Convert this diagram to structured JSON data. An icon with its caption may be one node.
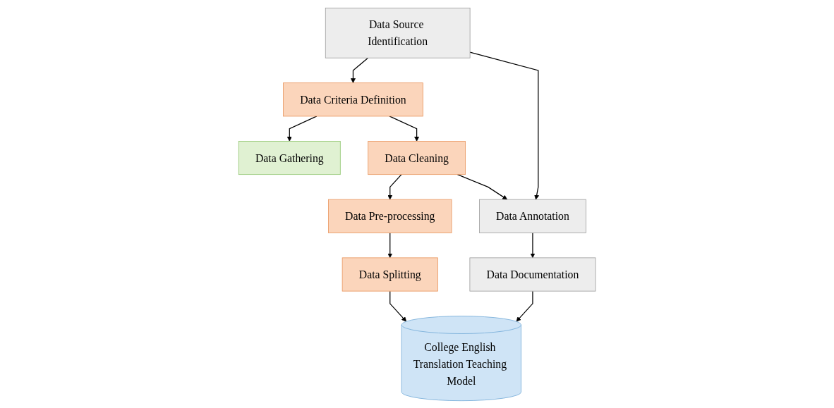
{
  "diagram": {
    "nodes": [
      {
        "text": [
          "Data Source Identification"
        ]
      },
      {
        "text": [
          "Data Criteria Definition"
        ]
      },
      {
        "text": [
          "Data Gathering"
        ]
      },
      {
        "text": [
          "Data Annotation"
        ]
      },
      {
        "text": [
          "Data Cleaning"
        ]
      },
      {
        "text": [
          "Data Documentation"
        ]
      },
      {
        "text": [
          "Data Pre-processing"
        ]
      },
      {
        "text": [
          "Data Splitting"
        ]
      },
      {
        "text": [
          "College English Translation Teaching Model"
        ]
      }
    ],
    "edges": [
      {
        "from": 0,
        "to": 1,
        "arrow": "to"
      },
      {
        "from": 1,
        "to": 2,
        "arrow": "to"
      },
      {
        "from": 0,
        "to": 3,
        "arrow": "to"
      },
      {
        "from": 1,
        "to": 4,
        "arrow": "to"
      },
      {
        "from": 4,
        "to": 3,
        "arrow": "to"
      },
      {
        "from": 3,
        "to": 5,
        "arrow": "to"
      },
      {
        "from": 4,
        "to": 6,
        "arrow": "to"
      },
      {
        "from": 6,
        "to": 7,
        "arrow": "to"
      },
      {
        "from": 5,
        "to": 8,
        "arrow": "to"
      },
      {
        "from": 7,
        "to": 8,
        "arrow": "to"
      }
    ]
  }
}
